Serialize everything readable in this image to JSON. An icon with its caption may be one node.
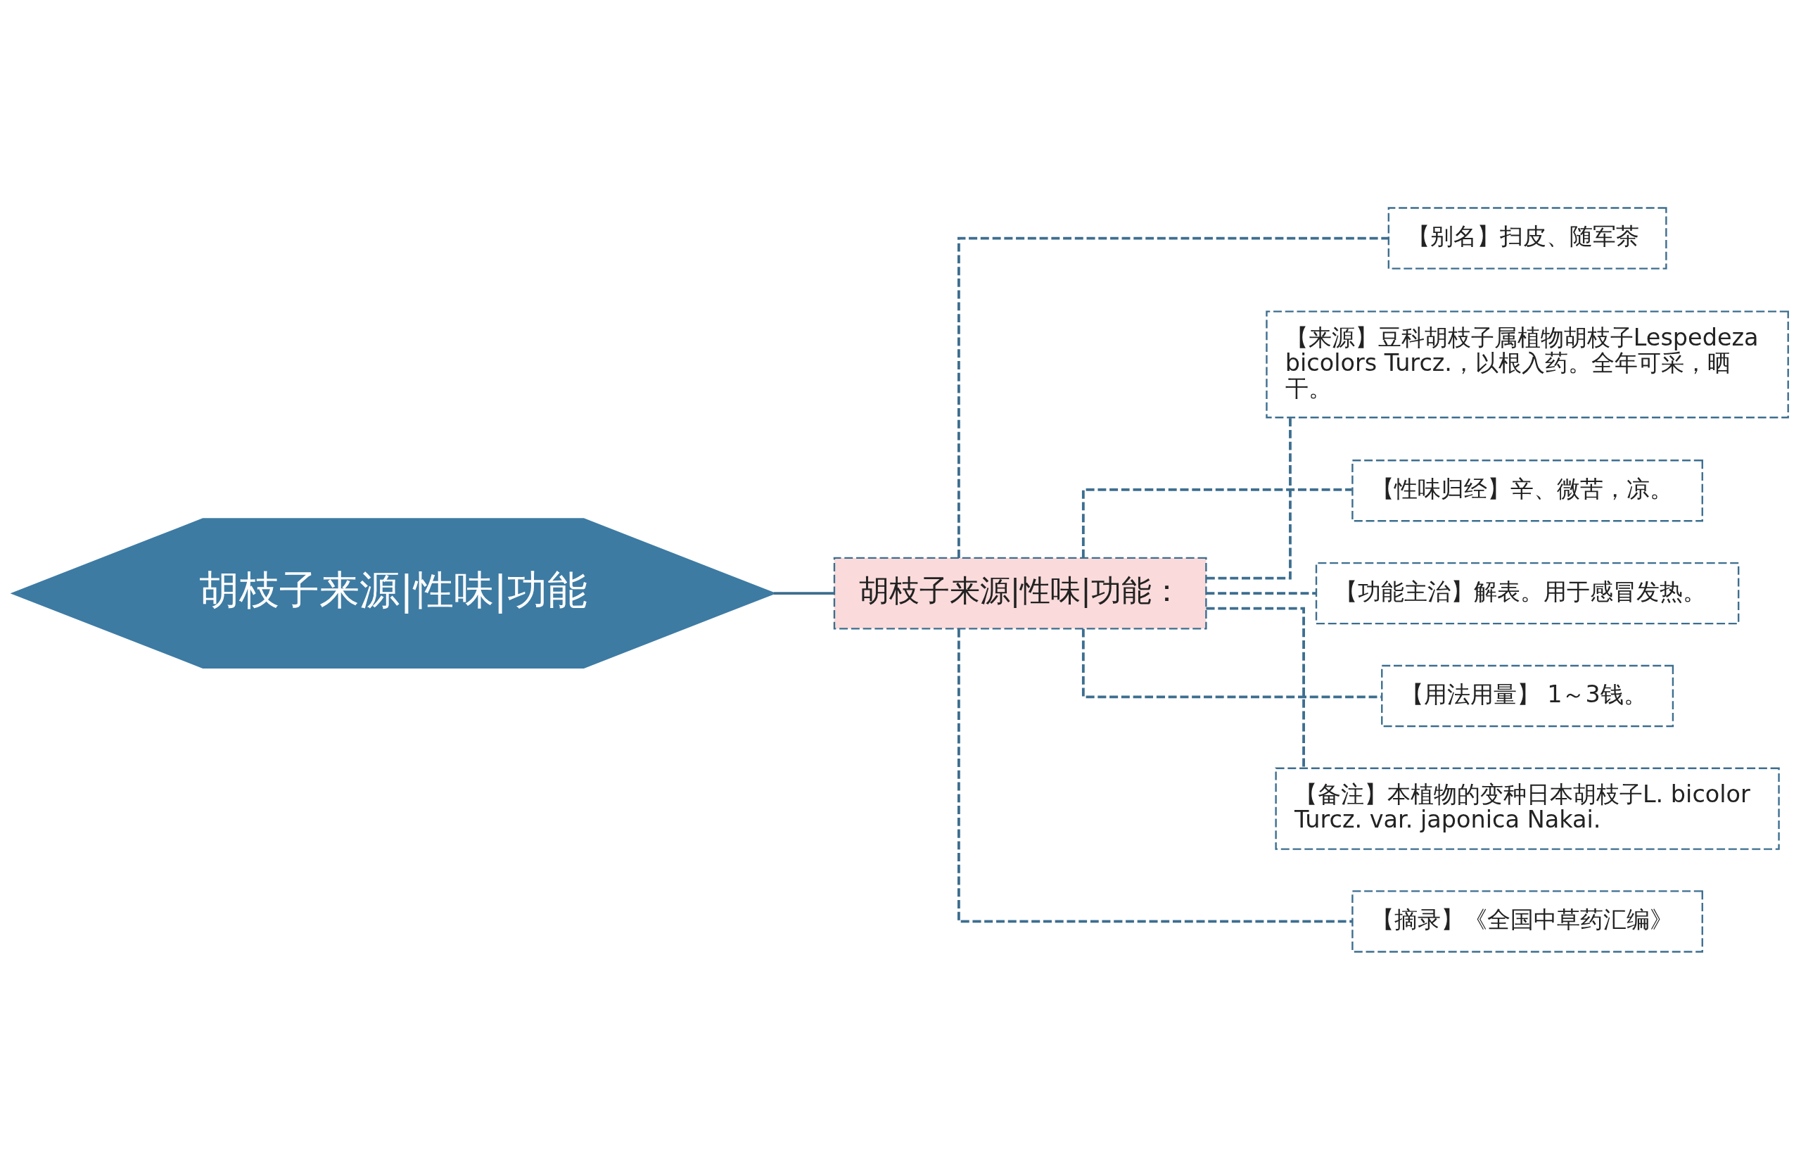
{
  "diagram": {
    "nodes": [
      {
        "text": [
          "胡枝子来源|性味|功能"
        ]
      },
      {
        "text": [
          "胡枝子来源|性味|功能："
        ]
      },
      {
        "text": [
          "【别名】扫皮、随军茶"
        ]
      },
      {
        "text": [
          "【来源】豆科胡枝子属植物胡枝子Lespedeza bicolors Turcz.，以根入药。全年可采，晒干。"
        ]
      },
      {
        "text": [
          "【性味归经】辛、微苦，凉。"
        ]
      },
      {
        "text": [
          "【功能主治】解表。用于感冒发热。"
        ]
      },
      {
        "text": [
          "【用法用量】 1～3钱。"
        ]
      },
      {
        "text": [
          "【备注】本植物的变种日本胡枝子L. bicolor Turcz. var. japonica Nakai."
        ]
      },
      {
        "text": [
          "【摘录】《全国中草药汇编》"
        ]
      }
    ],
    "edges": [
      {
        "from": 0,
        "to": 1,
        "arrow": "none"
      },
      {
        "from": 1,
        "to": 2,
        "arrow": "none",
        "style": "dashed"
      },
      {
        "from": 1,
        "to": 3,
        "arrow": "none",
        "style": "dashed"
      },
      {
        "from": 1,
        "to": 4,
        "arrow": "none",
        "style": "dashed"
      },
      {
        "from": 1,
        "to": 5,
        "arrow": "none",
        "style": "dashed"
      },
      {
        "from": 1,
        "to": 6,
        "arrow": "none",
        "style": "dashed"
      },
      {
        "from": 1,
        "to": 7,
        "arrow": "none",
        "style": "dashed"
      },
      {
        "from": 1,
        "to": 8,
        "arrow": "none",
        "style": "dashed"
      }
    ]
  }
}
